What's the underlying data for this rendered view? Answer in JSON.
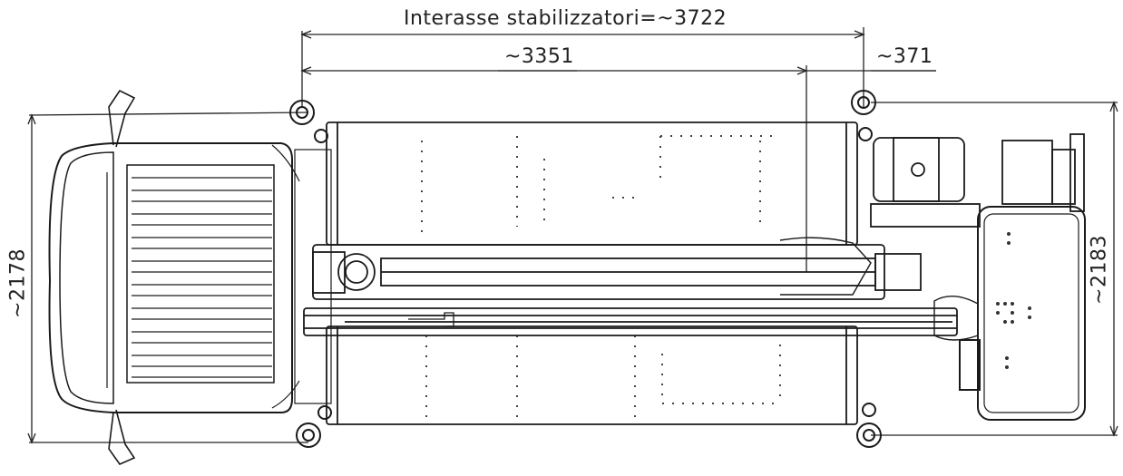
{
  "dimensions": {
    "stabilizer_wheelbase": "Interasse stabilizzatori=~3722",
    "wheelbase": "~3351",
    "rear_overhang": "~371",
    "cab_width": "~2178",
    "basket_width": "~2183"
  }
}
